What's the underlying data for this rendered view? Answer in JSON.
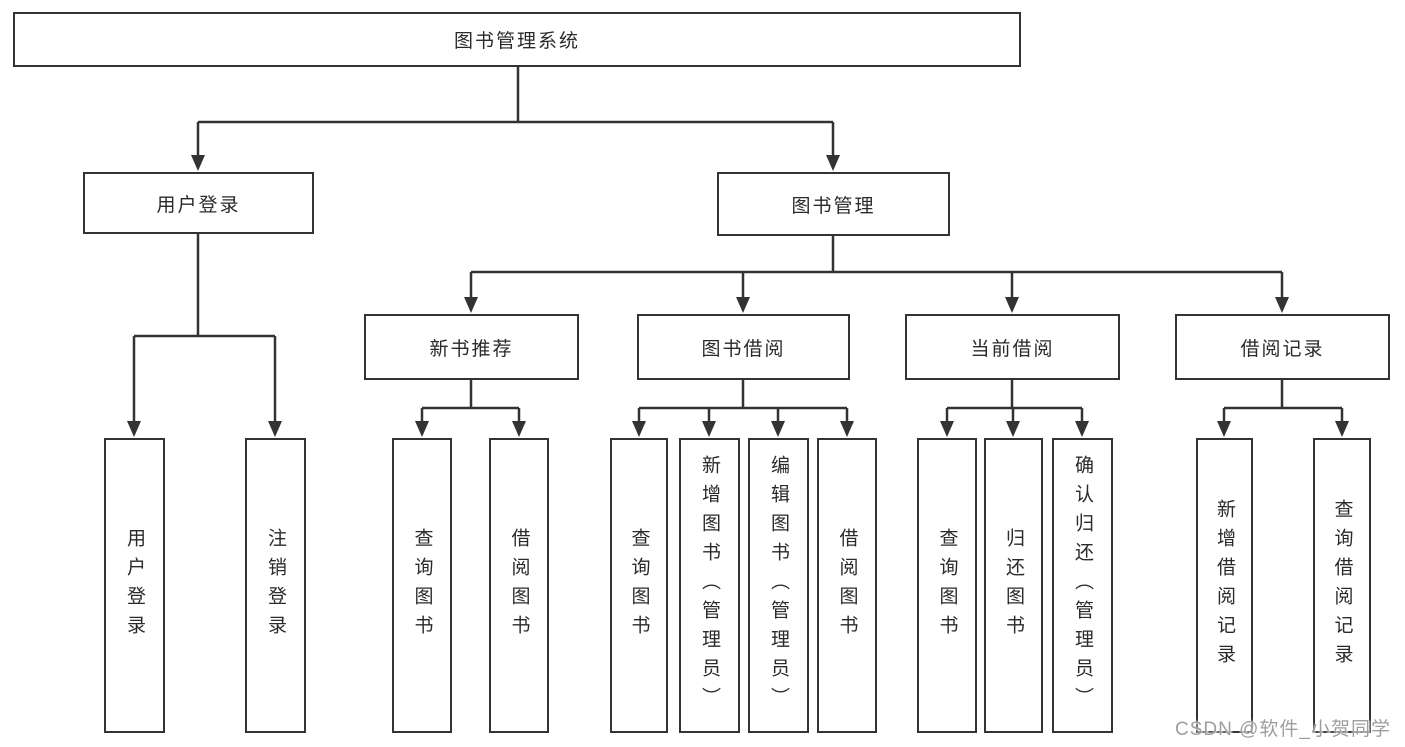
{
  "tree": {
    "root": "图书管理系统",
    "children": [
      {
        "label": "用户登录",
        "children": [
          "用户登录",
          "注销登录"
        ]
      },
      {
        "label": "图书管理",
        "children": [
          {
            "label": "新书推荐",
            "children": [
              "查询图书",
              "借阅图书"
            ]
          },
          {
            "label": "图书借阅",
            "children": [
              "查询图书",
              "新增图书（管理员）",
              "编辑图书（管理员）",
              "借阅图书"
            ]
          },
          {
            "label": "当前借阅",
            "children": [
              "查询图书",
              "归还图书",
              "确认归还（管理员）"
            ]
          },
          {
            "label": "借阅记录",
            "children": [
              "新增借阅记录",
              "查询借阅记录"
            ]
          }
        ]
      }
    ]
  },
  "watermark": "CSDN @软件_小贺同学",
  "colors": {
    "line": "#333333",
    "box_border": "#333333",
    "text": "#2a2a2a",
    "watermark": "#9e9e9e",
    "background": "#ffffff"
  }
}
